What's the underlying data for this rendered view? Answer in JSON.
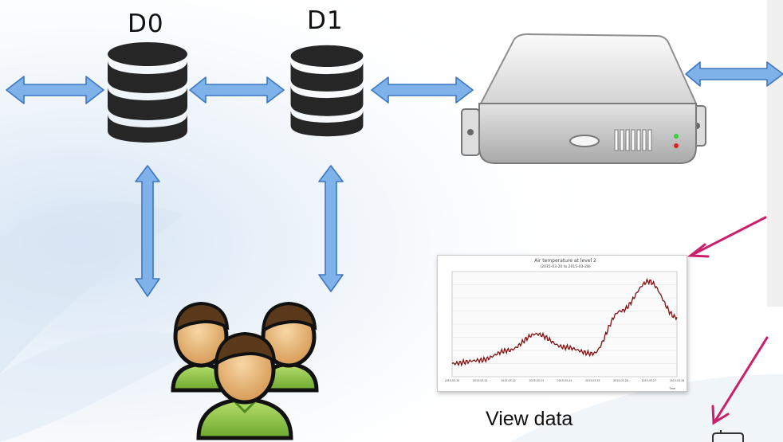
{
  "labels": {
    "d0": "D0",
    "d1": "D1",
    "view_data": "View data"
  },
  "nodes": [
    {
      "id": "db0",
      "icon": "database-icon"
    },
    {
      "id": "db1",
      "icon": "database-icon"
    },
    {
      "id": "server",
      "icon": "server-icon"
    },
    {
      "id": "users",
      "icon": "users-group-icon"
    }
  ],
  "colors": {
    "arrow_fill": "#7fb2e8",
    "arrow_stroke": "#3d77c2",
    "pointer_arrow": "#cc1f6a",
    "database": "#262626",
    "chart_line": "#7a1010"
  },
  "chart_data": {
    "type": "line",
    "title": "Air temperature at level 2",
    "subtitle": "(2015-03-20 to 2015-03-28)",
    "xlabel": "Time",
    "ylabel": "",
    "x": [
      "2015-03-20",
      "2015-03-21",
      "2015-03-22",
      "2015-03-23",
      "2015-03-24",
      "2015-03-25",
      "2015-03-26",
      "2015-03-27",
      "2015-03-28"
    ],
    "series": [
      {
        "values": [
          -6,
          -5.5,
          -4,
          -1.5,
          -3.5,
          -4.5,
          2,
          6.5,
          1
        ]
      }
    ],
    "grid": true
  }
}
